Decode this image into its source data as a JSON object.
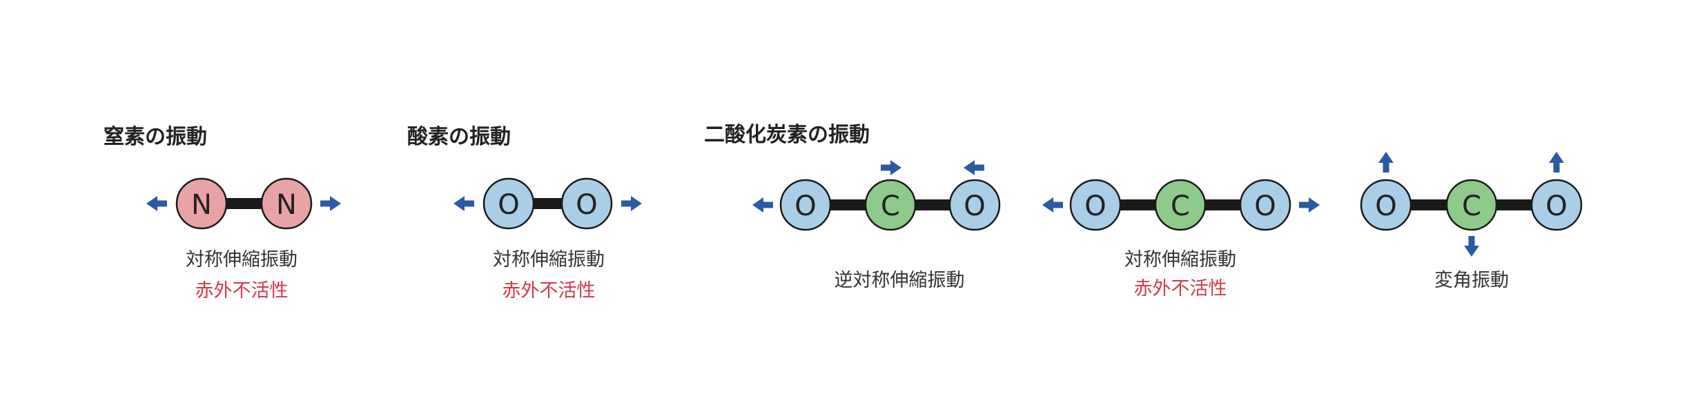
{
  "colors": {
    "nitrogen": "#e8a3a6",
    "oxygen": "#a9cfe8",
    "carbon": "#8ecb8a",
    "arrow": "#2b5aa3",
    "inactive_text": "#d23a4a"
  },
  "nitrogen": {
    "title": "窒素の振動",
    "atoms": [
      "N",
      "N"
    ],
    "mode": "対称伸縮振動",
    "ir": "赤外不活性"
  },
  "oxygen": {
    "title": "酸素の振動",
    "atoms": [
      "O",
      "O"
    ],
    "mode": "対称伸縮振動",
    "ir": "赤外不活性"
  },
  "co2": {
    "title": "二酸化炭素の振動",
    "antisymmetric": {
      "atoms": [
        "O",
        "C",
        "O"
      ],
      "mode": "逆対称伸縮振動"
    },
    "symmetric": {
      "atoms": [
        "O",
        "C",
        "O"
      ],
      "mode": "対称伸縮振動",
      "ir": "赤外不活性"
    },
    "bending": {
      "atoms": [
        "O",
        "C",
        "O"
      ],
      "mode": "変角振動"
    }
  }
}
